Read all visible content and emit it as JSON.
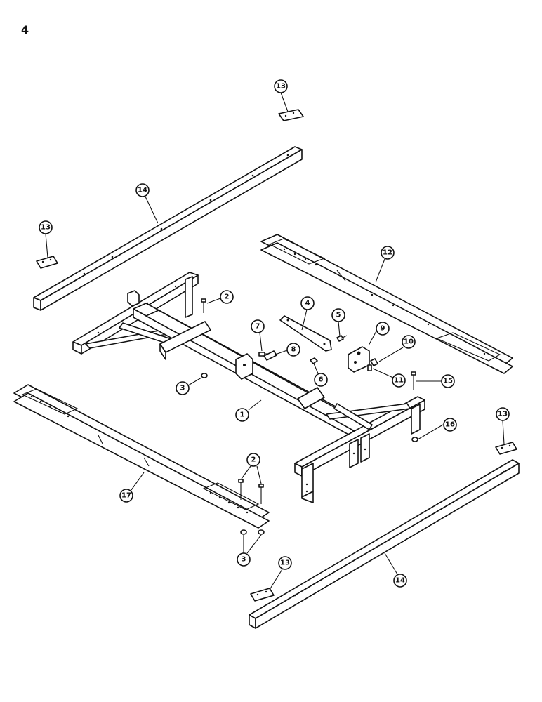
{
  "page": {
    "number": "4"
  },
  "callouts": [
    {
      "id": "c13-top",
      "label": "13"
    },
    {
      "id": "c13-left",
      "label": "13"
    },
    {
      "id": "c14-top",
      "label": "14"
    },
    {
      "id": "c12",
      "label": "12"
    },
    {
      "id": "c2-top",
      "label": "2"
    },
    {
      "id": "c4",
      "label": "4"
    },
    {
      "id": "c5",
      "label": "5"
    },
    {
      "id": "c7",
      "label": "7"
    },
    {
      "id": "c8",
      "label": "8"
    },
    {
      "id": "c9",
      "label": "9"
    },
    {
      "id": "c10",
      "label": "10"
    },
    {
      "id": "c11",
      "label": "11"
    },
    {
      "id": "c15",
      "label": "15"
    },
    {
      "id": "c6",
      "label": "6"
    },
    {
      "id": "c3-top",
      "label": "3"
    },
    {
      "id": "c1",
      "label": "1"
    },
    {
      "id": "c16",
      "label": "16"
    },
    {
      "id": "c13-right",
      "label": "13"
    },
    {
      "id": "c2-bottom",
      "label": "2"
    },
    {
      "id": "c17",
      "label": "17"
    },
    {
      "id": "c3-bottom",
      "label": "3"
    },
    {
      "id": "c13-bottom",
      "label": "13"
    },
    {
      "id": "c14-bottom",
      "label": "14"
    }
  ]
}
